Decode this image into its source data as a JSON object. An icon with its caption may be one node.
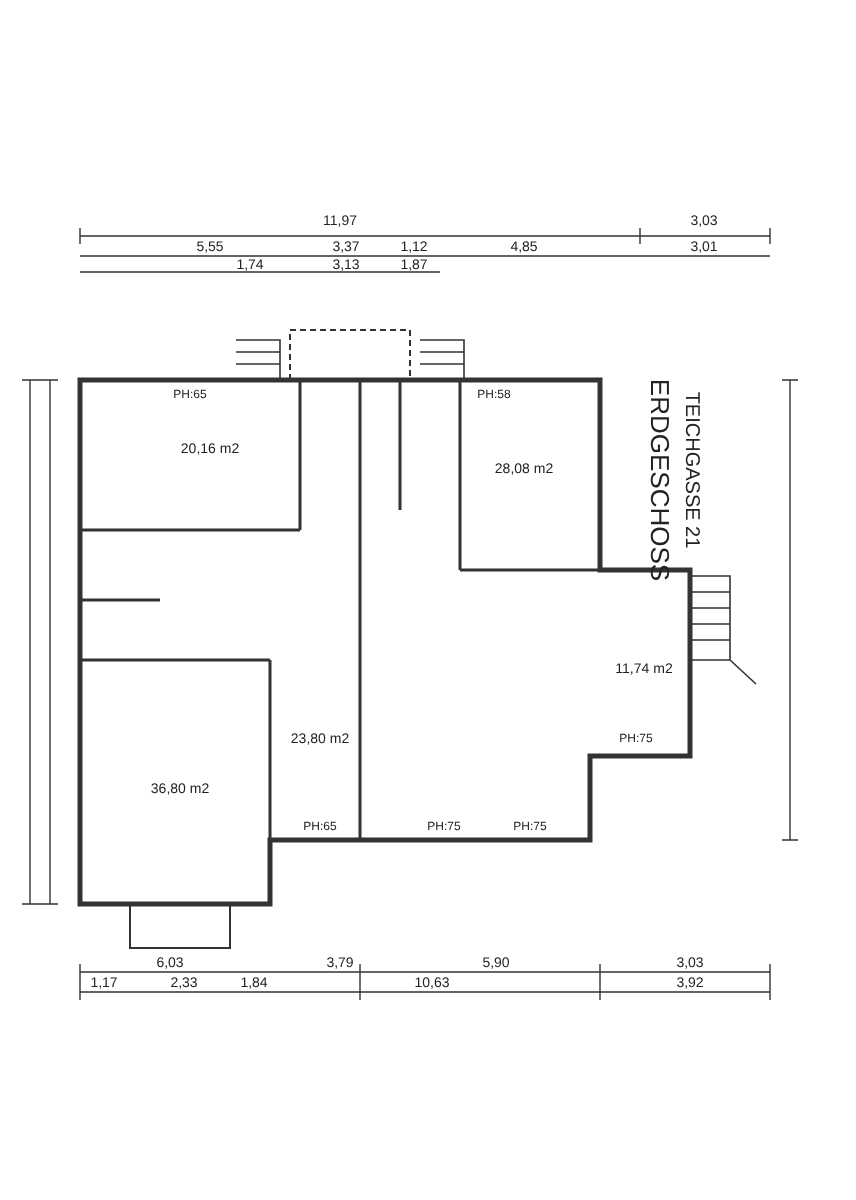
{
  "diagram": {
    "title": "ERDGESCHOSS",
    "labels": [
      "11,97",
      "3,03",
      "5,55",
      "3,37",
      "1,12",
      "4,85",
      "3,01",
      "1,74",
      "3,13",
      "1,87",
      "PH:65",
      "PH:58",
      "TEICHGASSE 21",
      "20,16 m2",
      "28,08 m2",
      "11,74 m2",
      "23,80 m2",
      "36,80 m2",
      "PH:75",
      "PH:65",
      "PH:75",
      "PH:75",
      "6,03",
      "3,79",
      "5,90",
      "3,03",
      "1,17",
      "2,33",
      "1,84",
      "10,63",
      "3,92"
    ]
  }
}
